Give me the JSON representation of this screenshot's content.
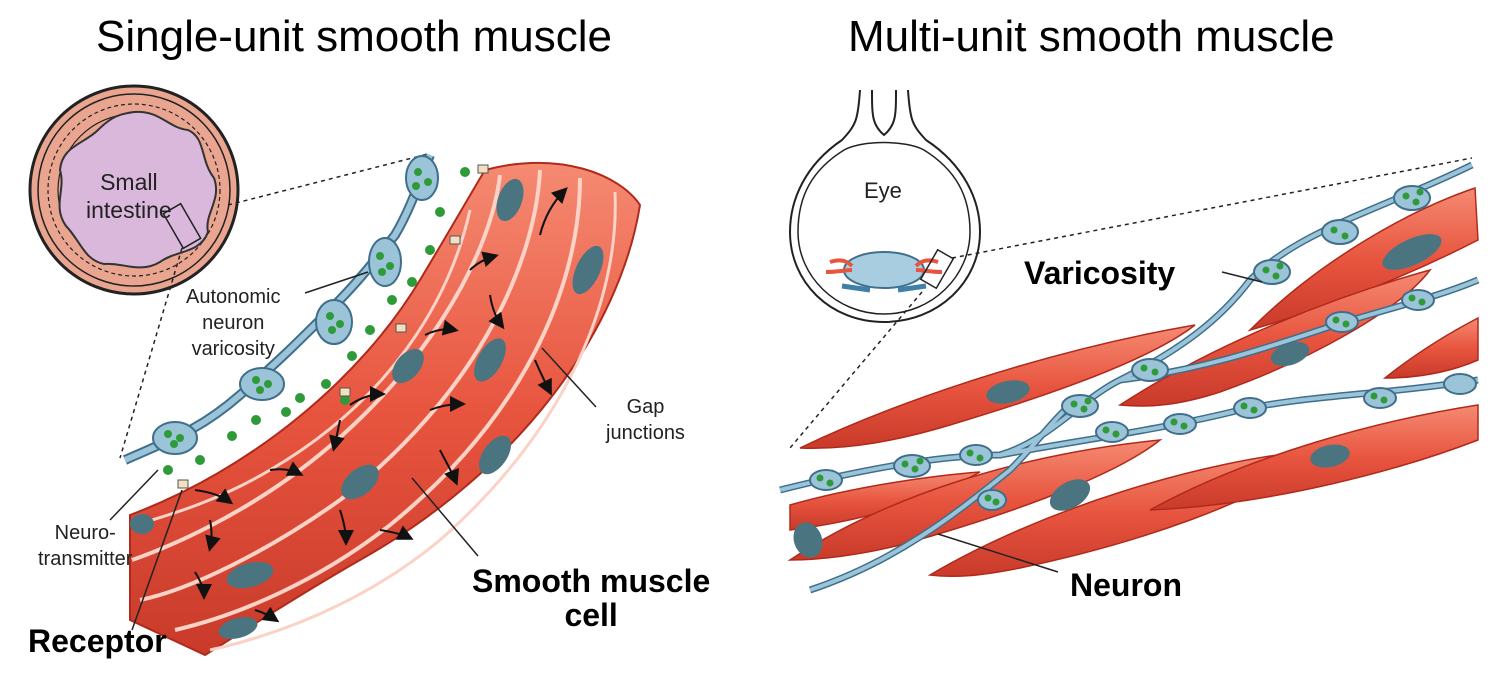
{
  "titles": {
    "single": "Single-unit smooth muscle",
    "multi": "Multi-unit smooth muscle"
  },
  "single_unit": {
    "inset_label_line1": "Small",
    "inset_label_line2": "intestine",
    "autonomic_line1": "Autonomic",
    "autonomic_line2": "neuron",
    "autonomic_line3": "varicosity",
    "gap_line1": "Gap",
    "gap_line2": "junctions",
    "neuro_line1": "Neuro-",
    "neuro_line2": "transmitter",
    "receptor": "Receptor",
    "smc_line1": "Smooth muscle",
    "smc_line2": "cell"
  },
  "multi_unit": {
    "eye": "Eye",
    "varicosity": "Varicosity",
    "neuron": "Neuron"
  },
  "colors": {
    "muscle": "#e8553f",
    "muscle_light": "#f7a08e",
    "nucleus": "#4a7580",
    "neuron": "#9cc4d8",
    "neuron_edge": "#3f6f8c",
    "vesicle": "#2f9a3a",
    "intestine_lumen": "#d9b8dc",
    "intestine_wall": "#e9a590"
  }
}
